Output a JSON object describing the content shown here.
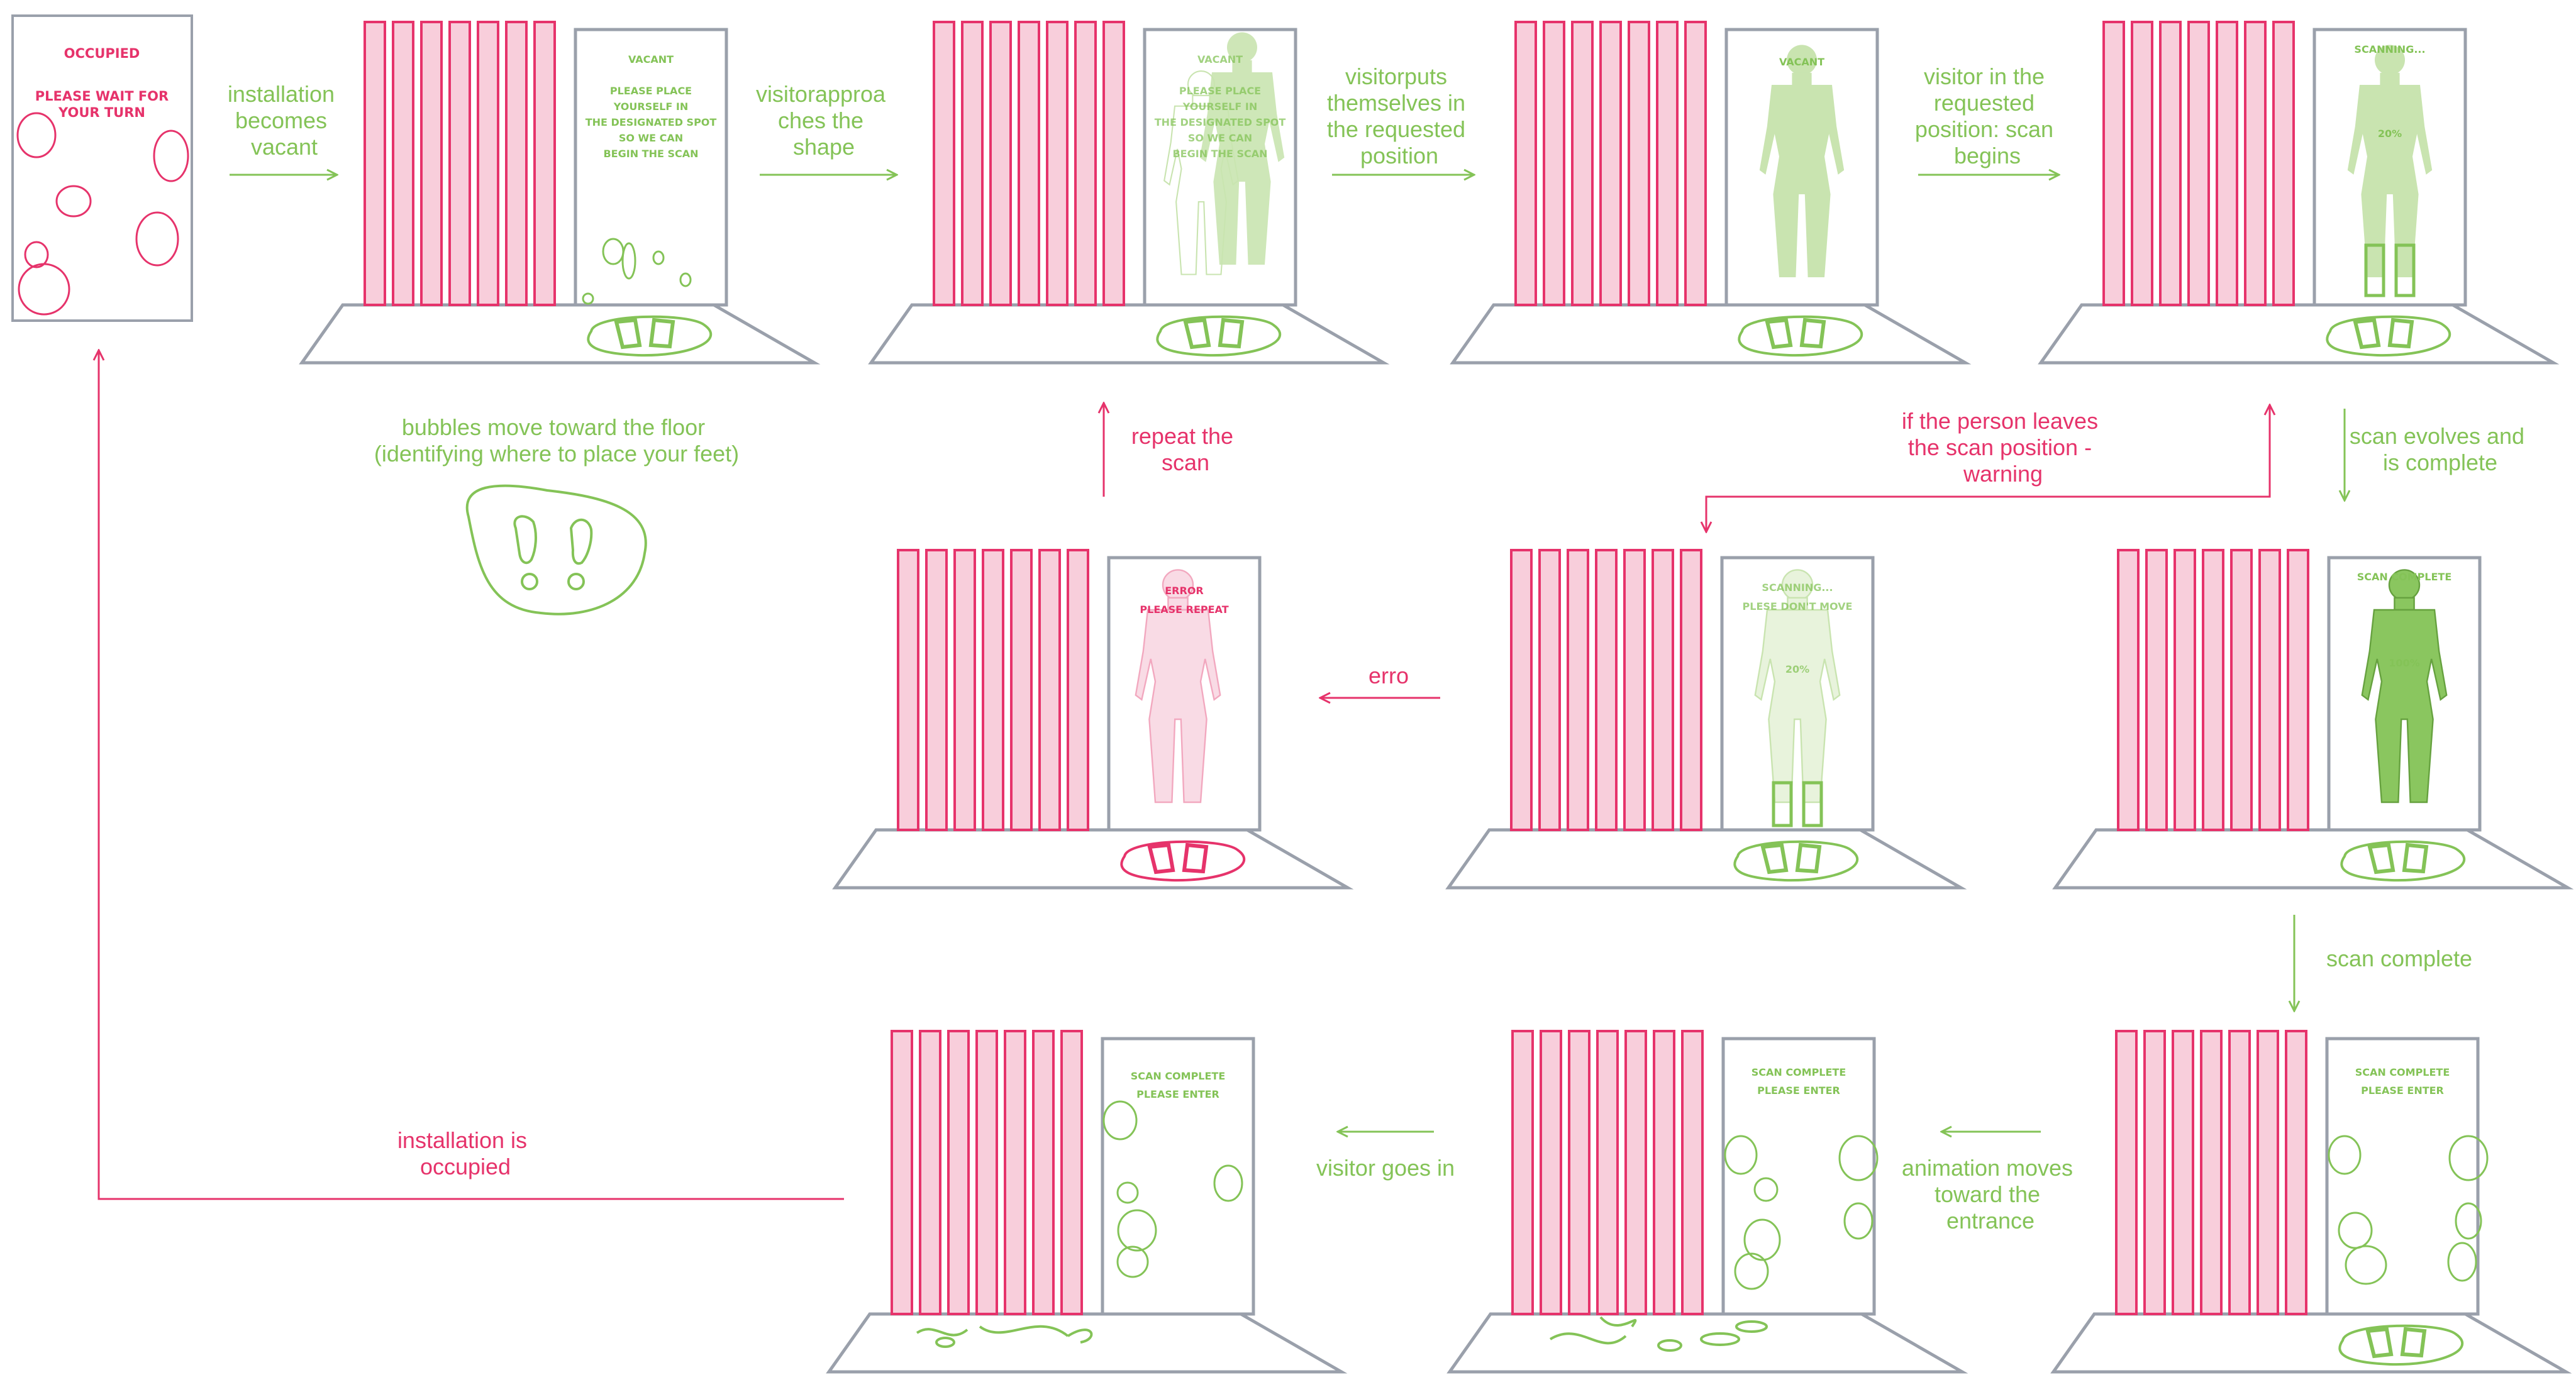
{
  "colors": {
    "green": "#84c357",
    "pink": "#e6336b",
    "gray": "#9aa0ab",
    "pinkFill": "#f7c9d7",
    "greenLight": "#c9e4b0"
  },
  "screens": {
    "occupied": [
      "OCCUPIED",
      "PLEASE WAIT FOR",
      "YOUR TURN"
    ],
    "s1": [
      "VACANT",
      "PLEASE PLACE",
      "YOURSELF IN",
      "THE DESIGNATED SPOT",
      "SO WE CAN",
      "BEGIN THE SCAN"
    ],
    "s2": [
      "VACANT",
      "PLEASE PLACE",
      "YOURSELF IN",
      "THE DESIGNATED SPOT",
      "SO WE CAN",
      "BEGIN THE SCAN"
    ],
    "s3": [
      "VACANT"
    ],
    "s4": [
      "SCANNING...",
      "20%"
    ],
    "m3": [
      "SCAN COMPLETE",
      "100%"
    ],
    "m2": [
      "SCANNING...",
      "PLESE DON'T MOVE",
      "20%"
    ],
    "m1": [
      "ERROR",
      "PLEASE REPEAT"
    ],
    "b3": [
      "SCAN COMPLETE",
      "PLEASE ENTER"
    ],
    "b2": [
      "SCAN COMPLETE",
      "PLEASE ENTER"
    ],
    "b1": [
      "SCAN COMPLETE",
      "PLEASE ENTER"
    ]
  },
  "captions": {
    "becomes_vacant": [
      "installation",
      "becomes",
      "vacant"
    ],
    "approaches": [
      "visitorapproa",
      "ches the",
      "shape"
    ],
    "puts_position": [
      "visitorputs",
      "themselves in",
      "the requested",
      "position"
    ],
    "scan_begins": [
      "visitor in the",
      "requested",
      "position: scan",
      "begins"
    ],
    "bubbles": [
      "bubbles move toward the floor",
      "(identifying where to place your feet)"
    ],
    "repeat": [
      "repeat the",
      "scan"
    ],
    "leaves": [
      "if the person leaves",
      "the scan position -",
      "warning"
    ],
    "evolves": [
      "scan evolves and",
      "is complete"
    ],
    "erro": [
      "erro"
    ],
    "scan_complete": [
      "scan complete"
    ],
    "occupied_caption": [
      "installation is",
      "occupied"
    ],
    "goes_in": [
      "visitor goes in"
    ],
    "anim_moves": [
      "animation moves",
      "toward the",
      "entrance"
    ]
  }
}
